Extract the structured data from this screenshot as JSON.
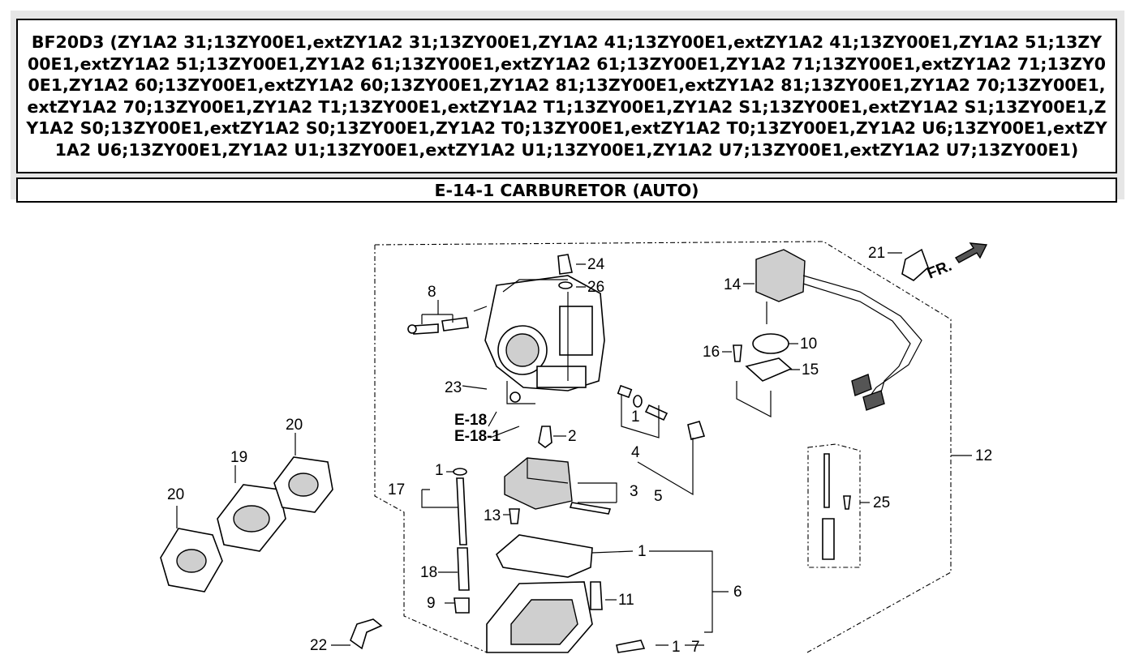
{
  "header": {
    "title": "BF20D3 (ZY1A2 31;13ZY00E1,extZY1A2 31;13ZY00E1,ZY1A2 41;13ZY00E1,extZY1A2 41;13ZY00E1,ZY1A2 51;13ZY00E1,extZY1A2 51;13ZY00E1,ZY1A2 61;13ZY00E1,extZY1A2 61;13ZY00E1,ZY1A2 71;13ZY00E1,extZY1A2 71;13ZY00E1,ZY1A2 60;13ZY00E1,extZY1A2 60;13ZY00E1,ZY1A2 81;13ZY00E1,extZY1A2 81;13ZY00E1,ZY1A2 70;13ZY00E1,extZY1A2 70;13ZY00E1,ZY1A2 T1;13ZY00E1,extZY1A2 T1;13ZY00E1,ZY1A2 S1;13ZY00E1,extZY1A2 S1;13ZY00E1,ZY1A2 S0;13ZY00E1,extZY1A2 S0;13ZY00E1,ZY1A2 T0;13ZY00E1,extZY1A2 T0;13ZY00E1,ZY1A2 U6;13ZY00E1,extZY1A2 U6;13ZY00E1,ZY1A2 U1;13ZY00E1,extZY1A2 U1;13ZY00E1,ZY1A2 U7;13ZY00E1,extZY1A2 U7;13ZY00E1)",
    "section": "E-14-1 CARBURETOR (AUTO)"
  },
  "diagram": {
    "callouts": {
      "c1a": "1",
      "c1b": "1",
      "c1c": "1",
      "c1d": "1",
      "c2": "2",
      "c3": "3",
      "c4": "4",
      "c5": "5",
      "c6": "6",
      "c7": "7",
      "c8": "8",
      "c9": "9",
      "c10": "10",
      "c11": "11",
      "c12": "12",
      "c13": "13",
      "c14": "14",
      "c15": "15",
      "c16": "16",
      "c17": "17",
      "c18": "18",
      "c19": "19",
      "c20a": "20",
      "c20b": "20",
      "c21": "21",
      "c22": "22",
      "c23": "23",
      "c24": "24",
      "c25": "25",
      "c26": "26"
    },
    "refs": {
      "e18": "E-18",
      "e181": "E-18-1"
    },
    "direction_label": "FR."
  }
}
